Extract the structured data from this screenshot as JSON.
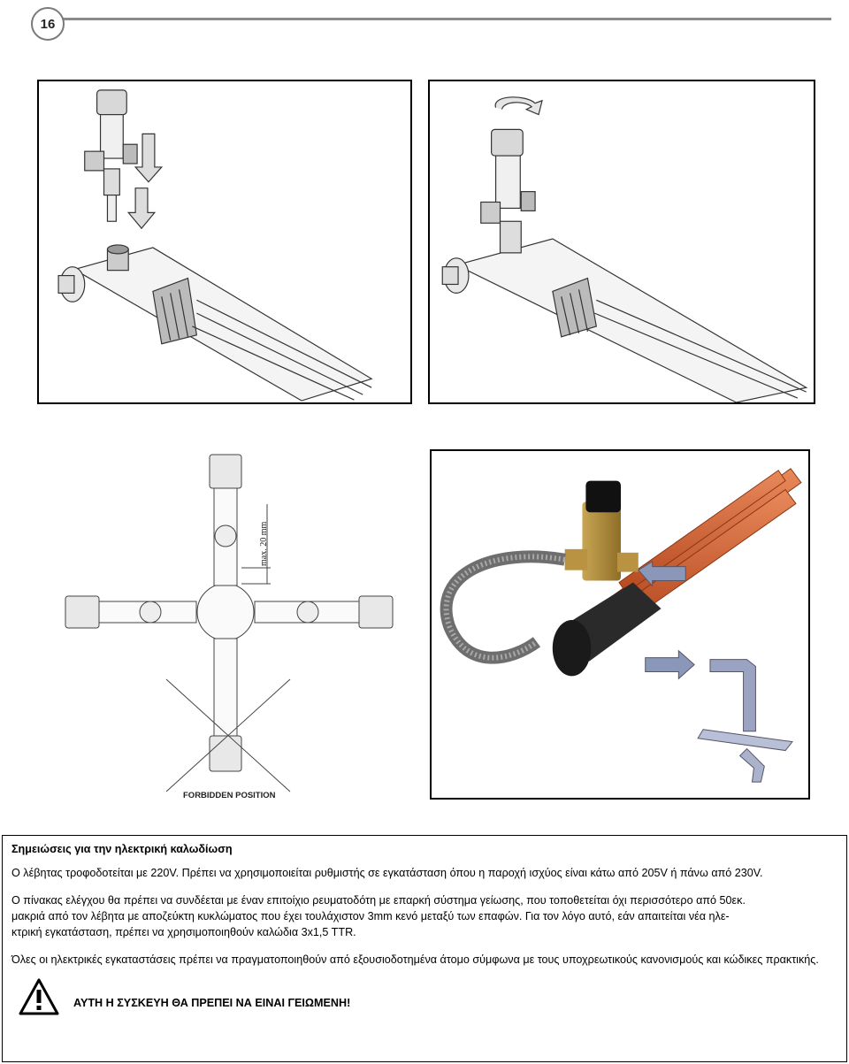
{
  "page": {
    "number": "16"
  },
  "figures": {
    "dimension_label": "max. 20 mm",
    "forbidden_label": "FORBIDDEN POSITION"
  },
  "notes": {
    "title": "Σημειώσεις για την ηλεκτρική καλωδίωση",
    "p1": "Ο λέβητας τροφοδοτείται με 220V. Πρέπει να χρησιμοποιείται  ρυθμιστής σε εγκατάσταση όπου η παροχή ισχύος είναι κάτω από 205V ή πάνω από 230V.",
    "p2_line1": "Ο πίνακας ελέγχου θα πρέπει να συνδέεται με έναν επιτοίχιο ρευματοδότη με επαρκή σύστημα γείωσης, που τοποθετείται όχι περισσότερο από 50εκ.",
    "p2_line2": "μακριά από τον λέβητα με αποζεύκτη κυκλώματος που έχει τουλάχιστον 3mm κενό μεταξύ των επαφών.  Για τον λόγο αυτό, εάν απαιτείται νέα ηλε-",
    "p2_line3": "κτρική εγκατάσταση, πρέπει να χρησιμοποιηθούν καλώδια 3x1,5 TTR.",
    "p3": "Όλες οι ηλεκτρικές εγκαταστάσεις πρέπει να πραγματοποιηθούν από εξουσιοδοτημένα άτομο σύμφωνα με τους υποχρεωτικούς κανονισμούς και κώδικες πρακτικής.",
    "warning": "ΑΥΤΗ Η ΣΥΣΚΕΥΗ ΘΑ ΠΡΕΠΕΙ ΝΑ ΕΙΝΑΙ ΓΕΙΩΜΕΝΗ!"
  }
}
